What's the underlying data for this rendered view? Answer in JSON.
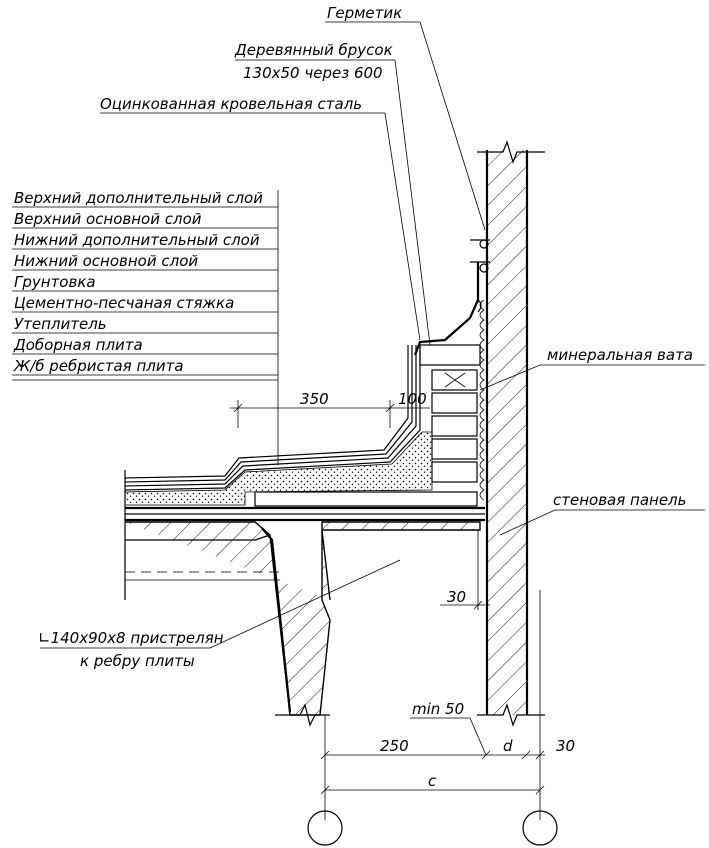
{
  "top_labels": {
    "sealant": "Герметик",
    "wood_bar_line1": "Деревянный брусок",
    "wood_bar_line2": "130х50 через 600",
    "galv_steel": "Оцинкованная кровельная сталь"
  },
  "layers": [
    "Верхний дополнительный слой",
    "Верхний основной слой",
    "Нижний дополнительный слой",
    "Нижний основной слой",
    "Грунтовка",
    "Цементно-песчаная стяжка",
    "Утеплитель",
    "Доборная плита",
    "Ж/б ребристая плита"
  ],
  "right_labels": {
    "mineral_wool": "минеральная вата",
    "wall_panel": "стеновая панель"
  },
  "angle_label": {
    "line1": "∟140х90х8 пристрелян",
    "line2": "к ребру плиты"
  },
  "dimensions": {
    "d350": "350",
    "d100": "100",
    "d30_mid": "30",
    "min50": "min 50",
    "d250": "250",
    "d_letter": "d",
    "d30_bottom": "30",
    "c_letter": "c"
  }
}
